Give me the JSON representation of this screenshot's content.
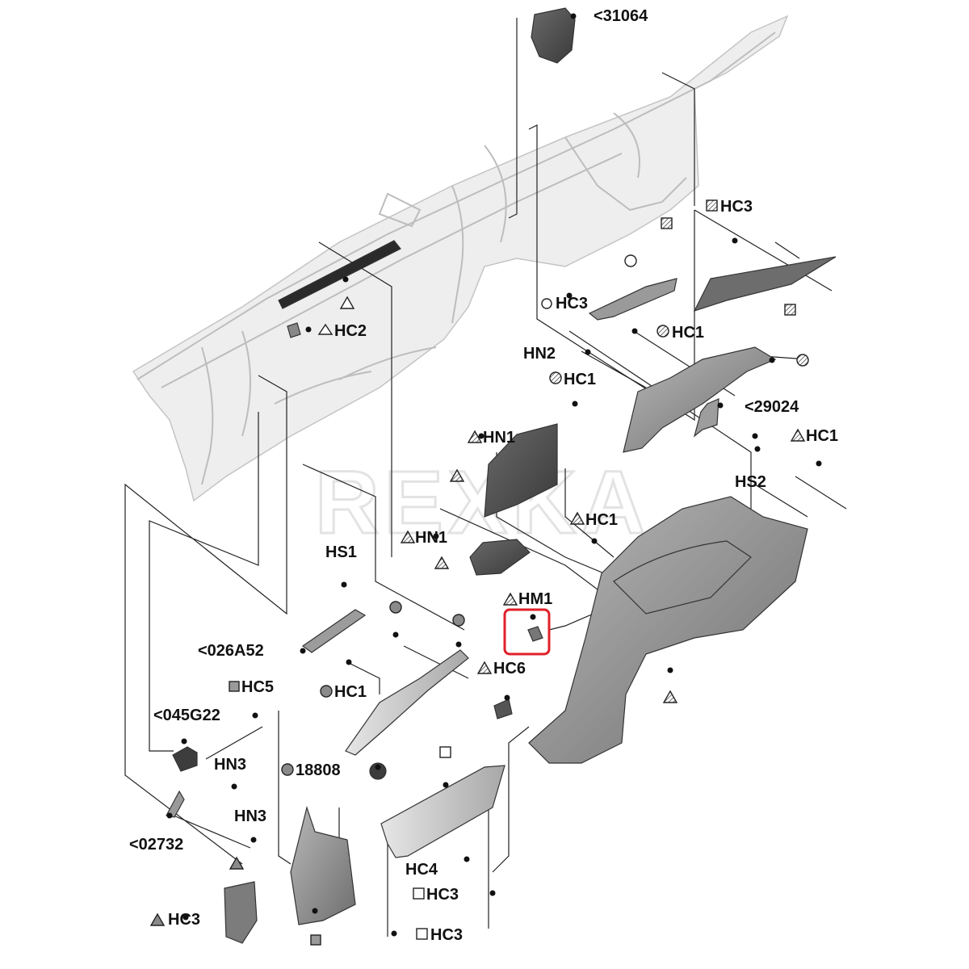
{
  "watermark": "REXKA",
  "colors": {
    "highlight": "#e0202a",
    "part_dark": "#4a4a4a",
    "part_mid": "#8c8c8c",
    "part_light": "#cfcfcf",
    "body_line": "#bdbdbd"
  },
  "labels": {
    "l31064": "<31064",
    "hc3_a": "HC3",
    "hc3_b": "HC3",
    "hc1_a": "HC1",
    "hc2": "HC2",
    "hn2": "HN2",
    "hc1_b": "HC1",
    "l29024": "<29024",
    "hc1_c": "HC1",
    "hn1_a": "HN1",
    "hs2": "HS2",
    "hn1_b": "HN1",
    "hc1_d": "HC1",
    "hs1": "HS1",
    "hm1": "HM1",
    "l026a52": "<026A52",
    "hc6": "HC6",
    "hc1_e": "HC1",
    "hc5": "HC5",
    "l045g22": "<045G22",
    "hn3_a": "HN3",
    "l18808": "18808",
    "hn3_b": "HN3",
    "l02732": "<02732",
    "hc4": "HC4",
    "hc3_c": "HC3",
    "hc3_d": "HC3",
    "hc3_e": "HC3"
  },
  "symbols": {
    "triangle": "open-triangle-icon",
    "filled_triangle": "filled-triangle-icon",
    "circle": "open-circle-icon",
    "filled_circle": "filled-circle-icon",
    "hatched_circle": "hatched-circle-icon",
    "square": "open-square-icon",
    "filled_square": "filled-square-icon",
    "hatched_square": "hatched-square-icon"
  }
}
